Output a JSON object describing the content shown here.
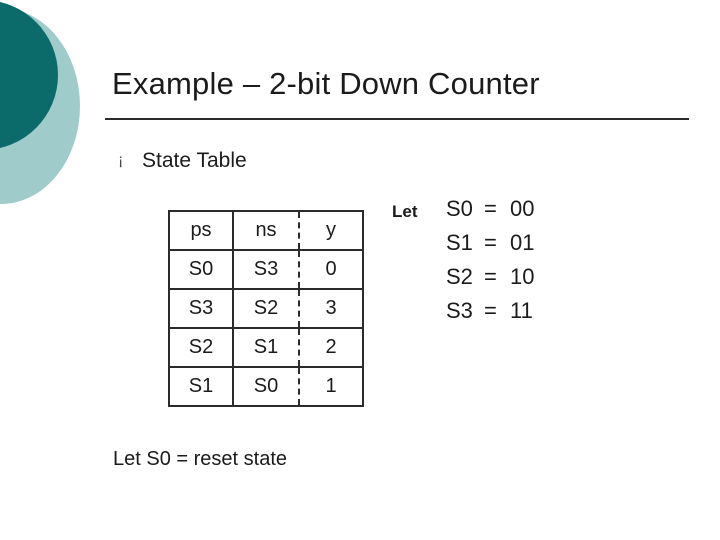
{
  "slide": {
    "title": "Example – 2-bit Down Counter",
    "bullet_marker": "¡",
    "bullet_text": "State Table",
    "footer_note": "Let S0 = reset state"
  },
  "state_table": {
    "headers": [
      "ps",
      "ns",
      "y"
    ],
    "rows": [
      [
        "S0",
        "S3",
        "0"
      ],
      [
        "S3",
        "S2",
        "3"
      ],
      [
        "S2",
        "S1",
        "2"
      ],
      [
        "S1",
        "S0",
        "1"
      ]
    ]
  },
  "encoding": {
    "label": "Let",
    "rows": [
      {
        "state": "S0",
        "eq": "=",
        "value": "00"
      },
      {
        "state": "S1",
        "eq": "=",
        "value": "01"
      },
      {
        "state": "S2",
        "eq": "=",
        "value": "10"
      },
      {
        "state": "S3",
        "eq": "=",
        "value": "11"
      }
    ]
  },
  "colors": {
    "deco_outer": "#9fcbcb",
    "deco_inner": "#0b6b6b",
    "text": "#1b1b1b",
    "rule": "#2b2b2b"
  }
}
